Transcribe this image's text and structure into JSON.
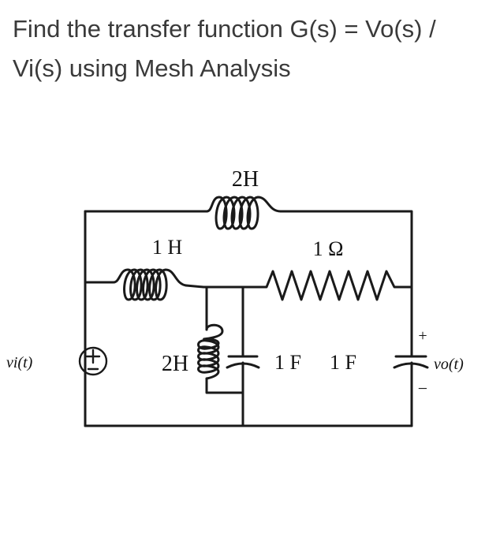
{
  "question": {
    "line1": "Find the transfer function G(s) = Vo(s) /",
    "line2": "Vi(s) using Mesh Analysis"
  },
  "circuit": {
    "top_inductor": "2H",
    "upper_left_inductor": "1 H",
    "resistor": "1 Ω",
    "middle_inductor": "2H",
    "capacitor_1": "1 F",
    "capacitor_2": "1 F",
    "source_label": "vi(t)",
    "output_label": "vo(t)",
    "plus_sign": "+",
    "minus_sign": "−"
  }
}
